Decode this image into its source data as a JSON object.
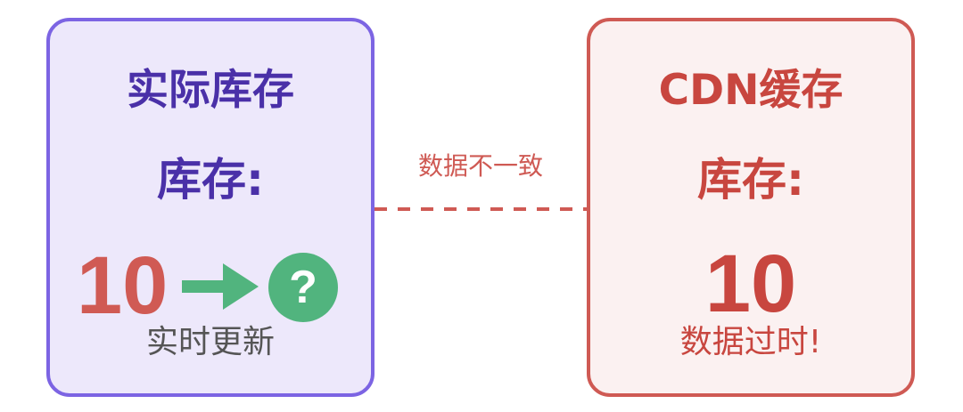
{
  "left_panel": {
    "title": "实际库存",
    "stock_label": "库存:",
    "old_value": "10",
    "unknown_value": "?",
    "caption": "实时更新",
    "colors": {
      "border": "#7c64e3",
      "background": "#ede8fb",
      "text": "#4a30a8"
    }
  },
  "connector": {
    "label": "数据不一致",
    "color": "#cf5a54",
    "style": "dashed"
  },
  "right_panel": {
    "title": "CDN缓存",
    "stock_label": "库存:",
    "value": "10",
    "caption": "数据过时!",
    "colors": {
      "border": "#cf5a54",
      "background": "#fbf1f1",
      "text": "#c8463f"
    }
  },
  "icons": {
    "arrow": "arrow-right-icon",
    "question": "question-icon"
  }
}
